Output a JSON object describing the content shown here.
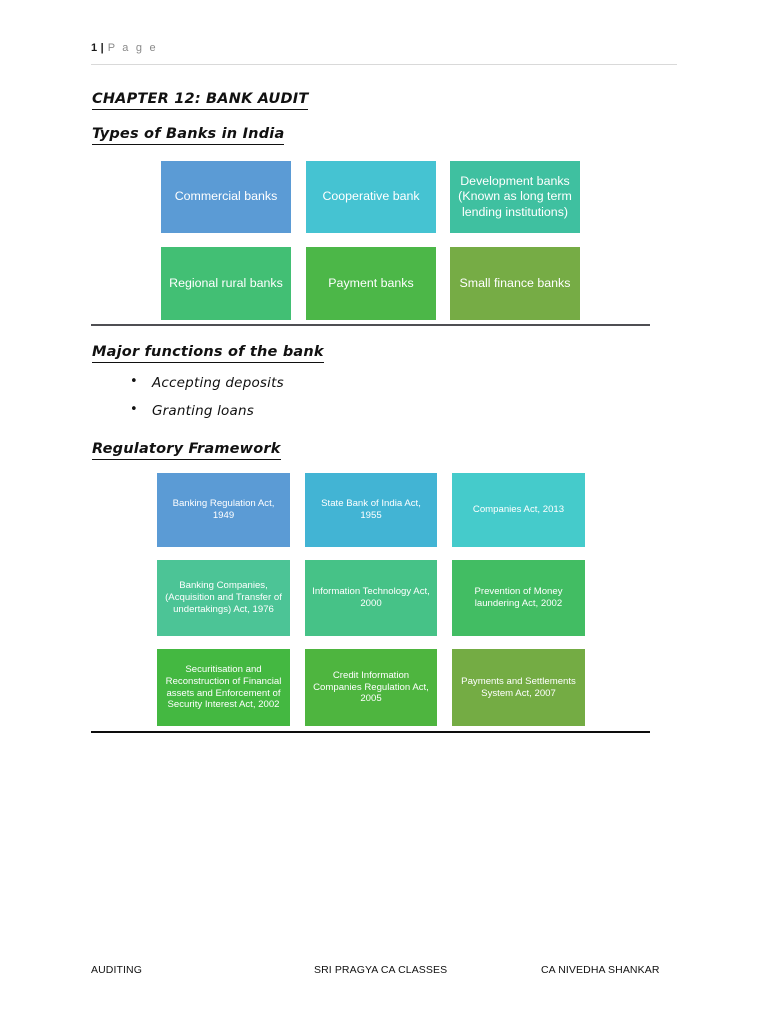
{
  "header": {
    "page_number": "1",
    "separator": "|",
    "page_word": "P a g e"
  },
  "headings": {
    "chapter": "CHAPTER 12: BANK AUDIT",
    "types_of_banks": "Types of Banks in India",
    "major_functions": "Major functions of the bank",
    "regulatory_framework": "Regulatory Framework"
  },
  "major_functions_list": [
    "Accepting deposits",
    "Granting loans"
  ],
  "types_of_banks_boxes": [
    {
      "label": "Commercial banks",
      "color": "#5b9bd5",
      "row": 0,
      "col": 0
    },
    {
      "label": "Cooperative bank",
      "color": "#45c3d2",
      "row": 0,
      "col": 1
    },
    {
      "label": "Development banks (Known as long term lending institutions)",
      "color": "#3fc0a0",
      "row": 0,
      "col": 2
    },
    {
      "label": "Regional rural banks",
      "color": "#42bf74",
      "row": 1,
      "col": 0
    },
    {
      "label": "Payment banks",
      "color": "#4cb748",
      "row": 1,
      "col": 1
    },
    {
      "label": "Small finance banks",
      "color": "#76ac45",
      "row": 1,
      "col": 2
    }
  ],
  "regulatory_framework_boxes": [
    {
      "label": "Banking Regulation Act, 1949",
      "color": "#5b9bd5",
      "row": 0,
      "col": 0
    },
    {
      "label": "State Bank of India Act, 1955",
      "color": "#42b4d4",
      "row": 0,
      "col": 1
    },
    {
      "label": "Companies Act, 2013",
      "color": "#45cbcb",
      "row": 0,
      "col": 2
    },
    {
      "label": "Banking Companies, (Acquisition and Transfer of undertakings) Act, 1976",
      "color": "#4cc496",
      "row": 1,
      "col": 0
    },
    {
      "label": "Information Technology Act, 2000",
      "color": "#46c287",
      "row": 1,
      "col": 1
    },
    {
      "label": "Prevention of Money laundering Act, 2002",
      "color": "#42bd63",
      "row": 1,
      "col": 2
    },
    {
      "label": "Securitisation and Reconstruction of Financial assets and Enforcement of Security Interest Act, 2002",
      "color": "#44b841",
      "row": 2,
      "col": 0
    },
    {
      "label": "Credit Information Companies Regulation Act, 2005",
      "color": "#4eb53f",
      "row": 2,
      "col": 1
    },
    {
      "label": "Payments and Settlements System Act, 2007",
      "color": "#74ac44",
      "row": 2,
      "col": 2
    }
  ],
  "footer": {
    "left": "AUDITING",
    "center": "SRI PRAGYA CA CLASSES",
    "right": "CA NIVEDHA SHANKAR"
  },
  "layout": {
    "types_grid": {
      "xs": [
        161,
        306,
        450
      ],
      "ws": [
        130,
        130,
        130
      ],
      "ys": [
        161,
        247
      ],
      "hs": [
        72,
        73
      ]
    },
    "regulatory_grid": {
      "xs": [
        157,
        305,
        452
      ],
      "ws": [
        133,
        132,
        133
      ],
      "ys": [
        473,
        560,
        649
      ],
      "hs": [
        74,
        76,
        77
      ]
    }
  }
}
